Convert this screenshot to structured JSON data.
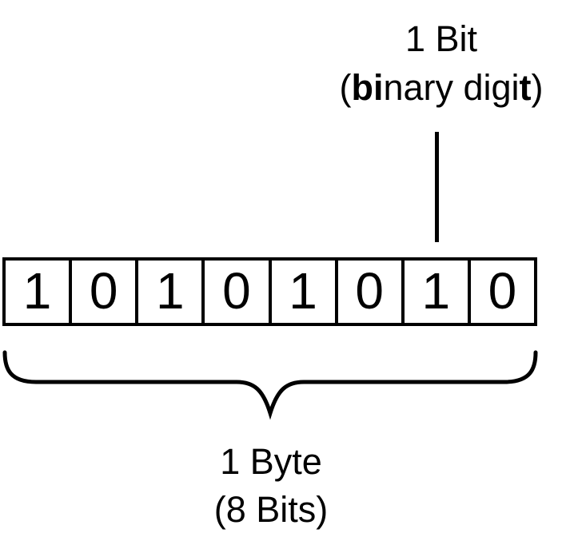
{
  "diagram": {
    "background_color": "#ffffff",
    "ink_color": "#000000",
    "bit_label": {
      "line1": "1 Bit",
      "line2_prefix": "(",
      "line2_bold_bi": "bi",
      "line2_middle": "nary digi",
      "line2_bold_t": "t",
      "line2_suffix": ")"
    },
    "bits": [
      "1",
      "0",
      "1",
      "0",
      "1",
      "0",
      "1",
      "0"
    ],
    "byte_label": {
      "line1": "1 Byte",
      "line2": "(8 Bits)"
    }
  }
}
